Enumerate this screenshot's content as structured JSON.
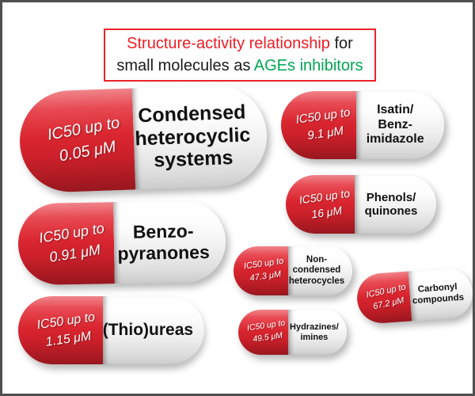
{
  "frame": {
    "background": "#ffffff",
    "border_color": "#4f4f4f"
  },
  "title": {
    "line1_red": "Structure-activity relationship",
    "line1_black": " for",
    "line2_black": "small molecules as ",
    "line2_green": "AGEs inhibitors",
    "colors": {
      "red": "#ed1c24",
      "green": "#00a651",
      "border": "#e8232a"
    }
  },
  "pill_colors": {
    "capsule_red": "#d8232e",
    "capsule_white": "#f2f2f2",
    "ic50_text": "#ffffff",
    "label_text": "#111111"
  },
  "pills": [
    {
      "id": "condensed-heterocyclic-systems",
      "ic50": [
        "IC50 up to",
        "0.05 μM"
      ],
      "label": [
        "Condensed",
        "heterocyclic",
        "systems"
      ]
    },
    {
      "id": "benzo-pyranones",
      "ic50": [
        "IC50 up to",
        "0.91 μM"
      ],
      "label": [
        "Benzo-",
        "pyranones"
      ]
    },
    {
      "id": "thio-ureas",
      "ic50": [
        "IC50 up to",
        "1.15 μM"
      ],
      "label": [
        "(Thio)ureas"
      ]
    },
    {
      "id": "isatin-benzimidazole",
      "ic50": [
        "IC50 up to",
        "9.1 μM"
      ],
      "label": [
        "Isatin/",
        "Benz-",
        "imidazole"
      ]
    },
    {
      "id": "phenols-quinones",
      "ic50": [
        "IC50 up to",
        "16 μM"
      ],
      "label": [
        "Phenols/",
        "quinones"
      ]
    },
    {
      "id": "non-condensed-heterocycles",
      "ic50": [
        "IC50 up to",
        "47.3 μM"
      ],
      "label": [
        "Non-",
        "condensed",
        "heterocycles"
      ]
    },
    {
      "id": "hydrazines-imines",
      "ic50": [
        "IC50 up to",
        "49.5 μM"
      ],
      "label": [
        "Hydrazines/",
        "imines"
      ]
    },
    {
      "id": "carbonyl-compounds",
      "ic50": [
        "IC50 up to",
        "67.2 μM"
      ],
      "label": [
        "Carbonyl",
        "compounds"
      ]
    }
  ]
}
